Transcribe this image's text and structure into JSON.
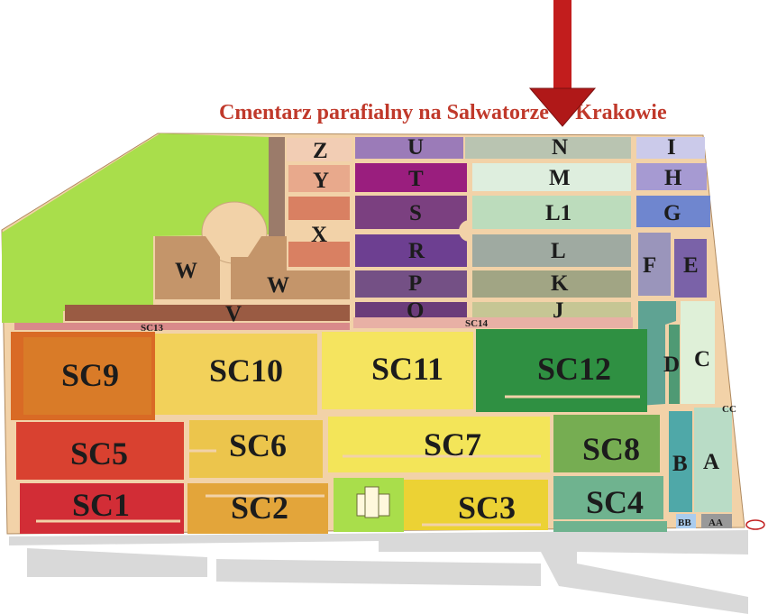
{
  "title": "Cmentarz parafialny na Salwatorze w Krakowie",
  "colors": {
    "title": "#c0392b",
    "arrow": "#c21d1d",
    "paths": "#f2d2a8",
    "green_area": "#a9de4b",
    "road": "#d9d9d9",
    "outline": "#8a6a4a"
  },
  "icons": [
    "arrow-down-icon",
    "chapel-icon"
  ],
  "sections": {
    "z": "Z",
    "y": "Y",
    "x": "X",
    "u": "U",
    "t": "T",
    "s": "S",
    "r": "R",
    "p": "P",
    "o": "O",
    "n": "N",
    "m": "M",
    "l1": "L1",
    "l": "L",
    "k": "K",
    "j": "J",
    "i": "I",
    "h": "H",
    "g": "G",
    "f": "F",
    "e": "E",
    "w1": "W",
    "w2": "W",
    "v": "V",
    "sc13": "SC13",
    "sc14": "SC14",
    "sc9": "SC9",
    "sc10": "SC10",
    "sc11": "SC11",
    "sc12": "SC12",
    "d": "D",
    "c": "C",
    "cc": "CC",
    "sc5": "SC5",
    "sc6": "SC6",
    "sc7": "SC7",
    "sc8": "SC8",
    "b": "B",
    "a": "A",
    "sc1": "SC1",
    "sc2": "SC2",
    "sc3": "SC3",
    "sc4": "SC4",
    "bb": "BB",
    "aa": "AA"
  }
}
